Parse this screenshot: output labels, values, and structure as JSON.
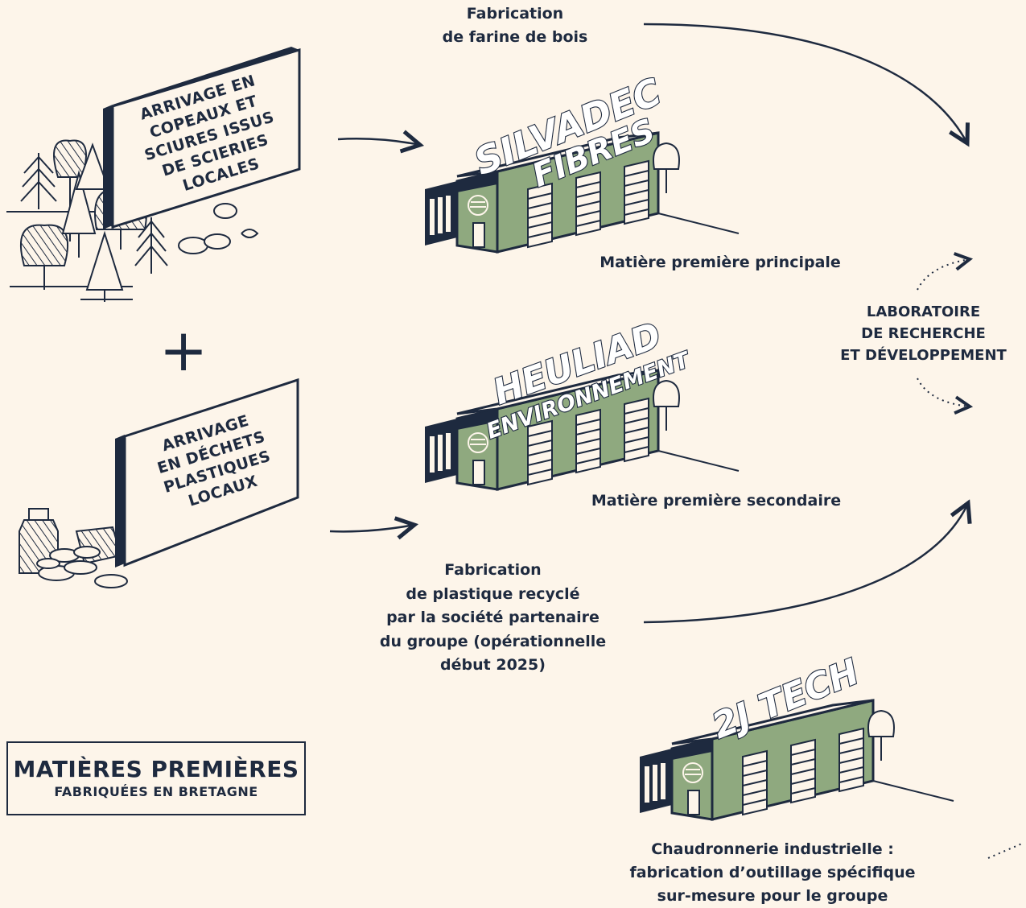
{
  "top_flow": {
    "label_line1": "Fabrication",
    "label_line2": "de farine de bois"
  },
  "wood_sign": {
    "lines": [
      "ARRIVAGE EN",
      "COPEAUX ET",
      "SCIURES ISSUS",
      "DE SCIERIES",
      "LOCALES"
    ]
  },
  "plastic_sign": {
    "lines": [
      "ARRIVAGE",
      "EN DÉCHETS",
      "PLASTIQUES",
      "LOCAUX"
    ]
  },
  "plus_symbol": "+",
  "factories": [
    {
      "logo_line1": "SILVADEC",
      "logo_line2": "FIBRES",
      "caption": "Matière première principale"
    },
    {
      "logo_line1": "HEULIAD",
      "logo_line2": "ENVIRONNEMENT",
      "caption": "Matière première secondaire"
    },
    {
      "logo_line1": "2J TECH",
      "logo_line2": "",
      "caption_lines": [
        "Chaudronnerie industrielle :",
        "fabrication d’outillage spécifique",
        "sur-mesure pour le groupe"
      ]
    }
  ],
  "lab": {
    "lines": [
      "LABORATOIRE",
      "DE RECHERCHE",
      "ET DÉVELOPPEMENT"
    ]
  },
  "bottom_flow": {
    "lines": [
      "Fabrication",
      "de plastique recyclé",
      "par la société partenaire",
      "du groupe (opérationnelle",
      "début 2025)"
    ]
  },
  "legend": {
    "title": "MATIÈRES PREMIÈRES",
    "subtitle": "FABRIQUÉES EN BRETAGNE"
  },
  "colors": {
    "background": "#fdf5ea",
    "ink": "#1e2a3f",
    "factory_green": "#8fa97f"
  }
}
